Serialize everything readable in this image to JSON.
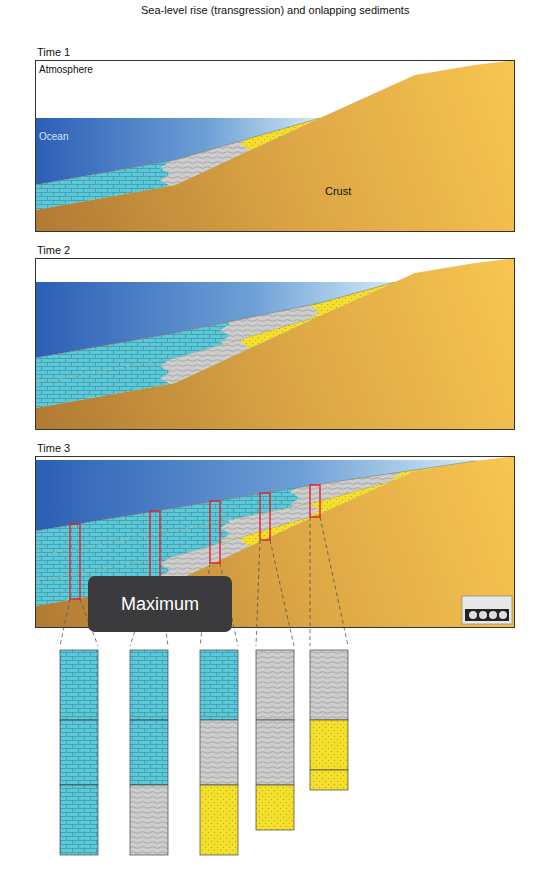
{
  "diagram": {
    "title": "Sea-level rise (transgression) and onlapping sediments",
    "nodes": [
      {
        "text": [
          "Maximum"
        ]
      }
    ],
    "labels": [
      "Time 1",
      "Atmosphere",
      "Ocean",
      "Crust",
      "Time 2",
      "Time 3"
    ]
  }
}
